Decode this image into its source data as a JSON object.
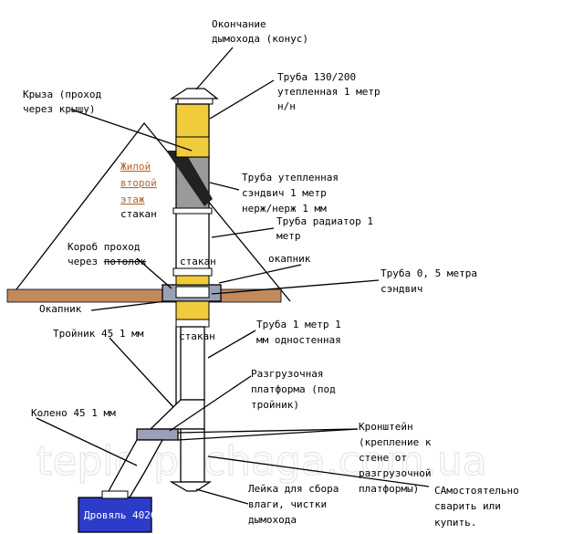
{
  "labels": {
    "cone": [
      "Окончание",
      "дымохода (конус)"
    ],
    "pipe130": [
      "Труба 130/200",
      "утепленная 1 метр",
      "н/н"
    ],
    "roof": [
      "Крыза (проход",
      "через крышу)"
    ],
    "living": [
      "Жилой",
      "второй",
      "этаж"
    ],
    "glass1": "стакан",
    "sandwich": [
      "Труба утепленная",
      "сэндвич 1 метр",
      "нерж/нерж 1 мм"
    ],
    "radiator": [
      "Труба радиатор 1",
      "метр"
    ],
    "box": [
      "Короб  проход",
      "через ",
      "потолок"
    ],
    "glass2": "стакан",
    "okapnik_right": "окапник",
    "pipe05": [
      "Труба 0, 5 метра",
      "сэндвич"
    ],
    "okapnik_left": "Окапник",
    "glass3": "стакан",
    "tee": "Тройник 45 1 мм",
    "pipe1m": [
      "Труба 1 метр 1",
      "мм одностенная"
    ],
    "platform": [
      "Разгрузочная",
      "платформа (под",
      "тройник)"
    ],
    "elbow": "Колено 45 1 мм",
    "bracket": [
      "Кронштейн",
      "(крепление к",
      "стене от",
      "разгрузочной",
      "платформы)"
    ],
    "self": [
      "САмостоятельно",
      "сварить или",
      "купить."
    ],
    "drain": [
      "Лейка для сбора",
      "влаги, чистки",
      "дымохода"
    ],
    "stove": "Дровяль 4020",
    "watermark": "teplo-pochaga.com.ua"
  },
  "colors": {
    "yellow": "#f0cc3c",
    "gray": "#9a9a9a",
    "ceiling": "#c08a5e",
    "stove": "#2c3cc8",
    "platform": "#9aa0b8",
    "accent_text": "#b5652a"
  }
}
